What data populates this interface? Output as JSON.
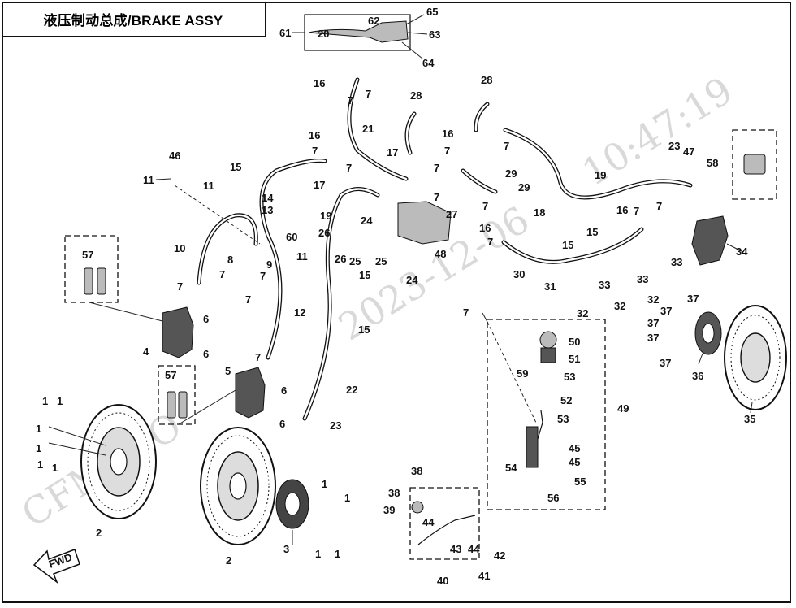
{
  "title": "液压制动总成/BRAKE ASSY",
  "watermarks": [
    "CFMOTO",
    "2023-12-06",
    "10:47:19"
  ],
  "fwd_label": "FWD",
  "callouts": [
    "1",
    "2",
    "3",
    "4",
    "5",
    "6",
    "7",
    "8",
    "9",
    "10",
    "11",
    "12",
    "13",
    "14",
    "15",
    "16",
    "17",
    "18",
    "19",
    "20",
    "21",
    "22",
    "23",
    "24",
    "25",
    "26",
    "27",
    "28",
    "29",
    "30",
    "31",
    "32",
    "33",
    "34",
    "35",
    "36",
    "37",
    "38",
    "39",
    "40",
    "41",
    "42",
    "43",
    "44",
    "45",
    "46",
    "47",
    "48",
    "49",
    "50",
    "51",
    "52",
    "53",
    "54",
    "55",
    "56",
    "57",
    "58",
    "59",
    "60",
    "61",
    "62",
    "63",
    "64",
    "65"
  ],
  "colors": {
    "ink": "#111111",
    "watermark": "#d9d9d9",
    "background": "#ffffff"
  }
}
